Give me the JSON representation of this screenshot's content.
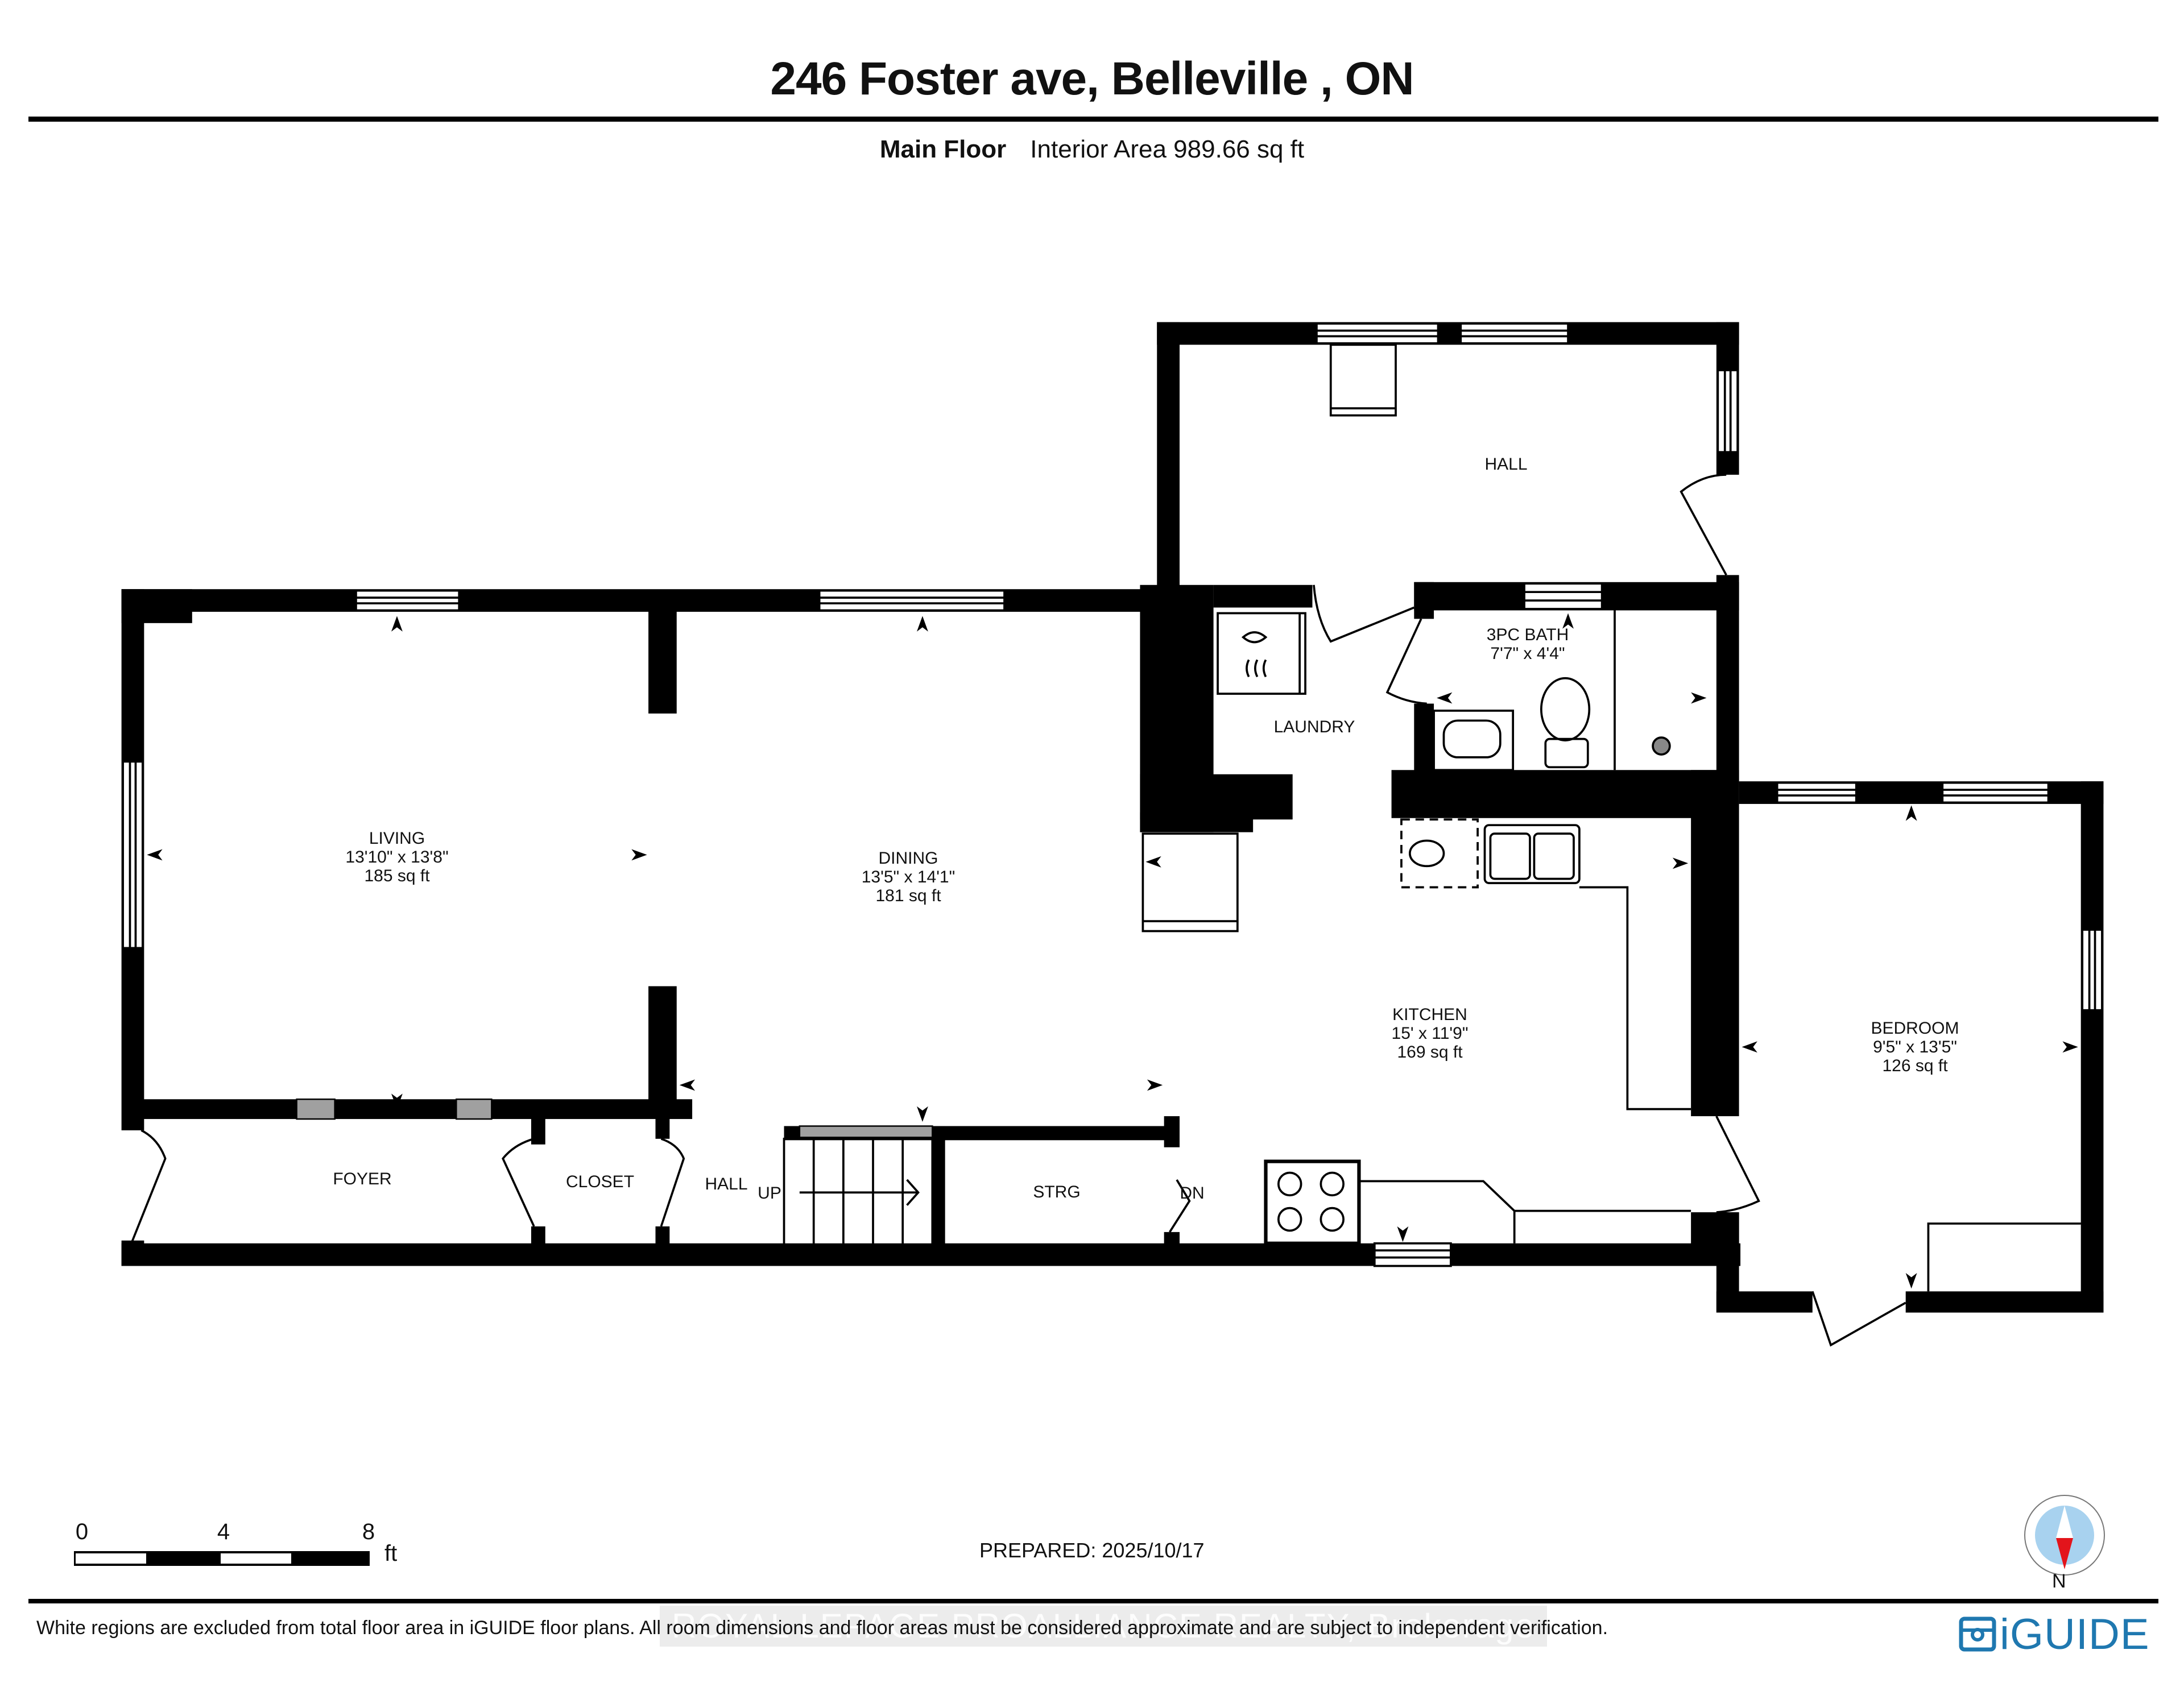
{
  "header": {
    "title": "246 Foster ave, Belleville , ON",
    "floor_name": "Main Floor",
    "interior_area": "Interior Area 989.66 sq ft"
  },
  "rooms": [
    {
      "name": "LIVING",
      "dimensions": "13'10\" x 13'8\"",
      "area": "185 sq ft"
    },
    {
      "name": "DINING",
      "dimensions": "13'5\" x 14'1\"",
      "area": "181 sq ft"
    },
    {
      "name": "KITCHEN",
      "dimensions": "15' x 11'9\"",
      "area": "169 sq ft"
    },
    {
      "name": "BEDROOM",
      "dimensions": "9'5\" x 13'5\"",
      "area": "126 sq ft"
    },
    {
      "name": "3PC BATH",
      "dimensions": "7'7\" x 4'4\""
    },
    {
      "name": "HALL"
    },
    {
      "name": "LAUNDRY"
    },
    {
      "name": "FOYER"
    },
    {
      "name": "CLOSET"
    },
    {
      "name": "HALL"
    },
    {
      "name": "STRG"
    }
  ],
  "stairs": {
    "up_label": "UP",
    "down_label": "DN"
  },
  "scale_bar": {
    "ticks": [
      "0",
      "4",
      "8"
    ],
    "unit": "ft"
  },
  "footer": {
    "prepared": "PREPARED: 2025/10/17",
    "disclaimer": "White regions are excluded from total floor area in iGUIDE floor plans. All room dimensions and floor areas must be considered approximate and are subject to independent verification.",
    "watermark": "ROYAL LEPAGE PROALLIANCE REALTY, Brokerage",
    "brand": "iGUIDE",
    "compass_label": "N"
  },
  "colors": {
    "wall": "#000000",
    "brand_blue": "#1f78b0",
    "compass_fill": "#a8d2ef",
    "compass_needle": "#e3141b",
    "doorway_gray": "#a0a0a0"
  }
}
